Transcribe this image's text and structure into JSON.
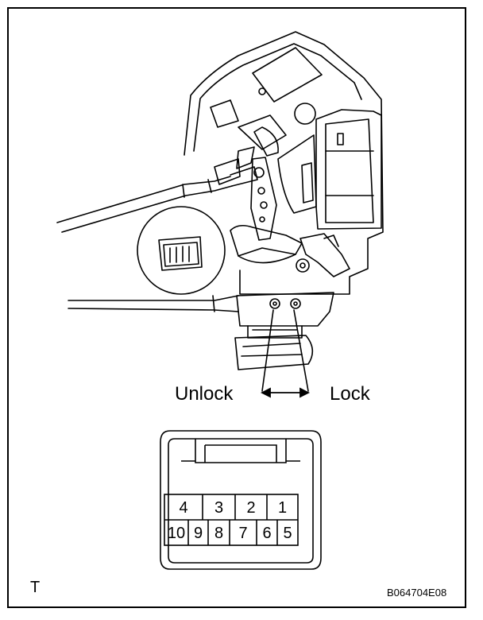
{
  "labels": {
    "unlock": "Unlock",
    "lock": "Lock",
    "corner_mark": "T",
    "figure_code": "B064704E08"
  },
  "connector": {
    "top_row": [
      "4",
      "3",
      "2",
      "1"
    ],
    "bottom_row": [
      "10",
      "9",
      "8",
      "7",
      "6",
      "5"
    ]
  }
}
